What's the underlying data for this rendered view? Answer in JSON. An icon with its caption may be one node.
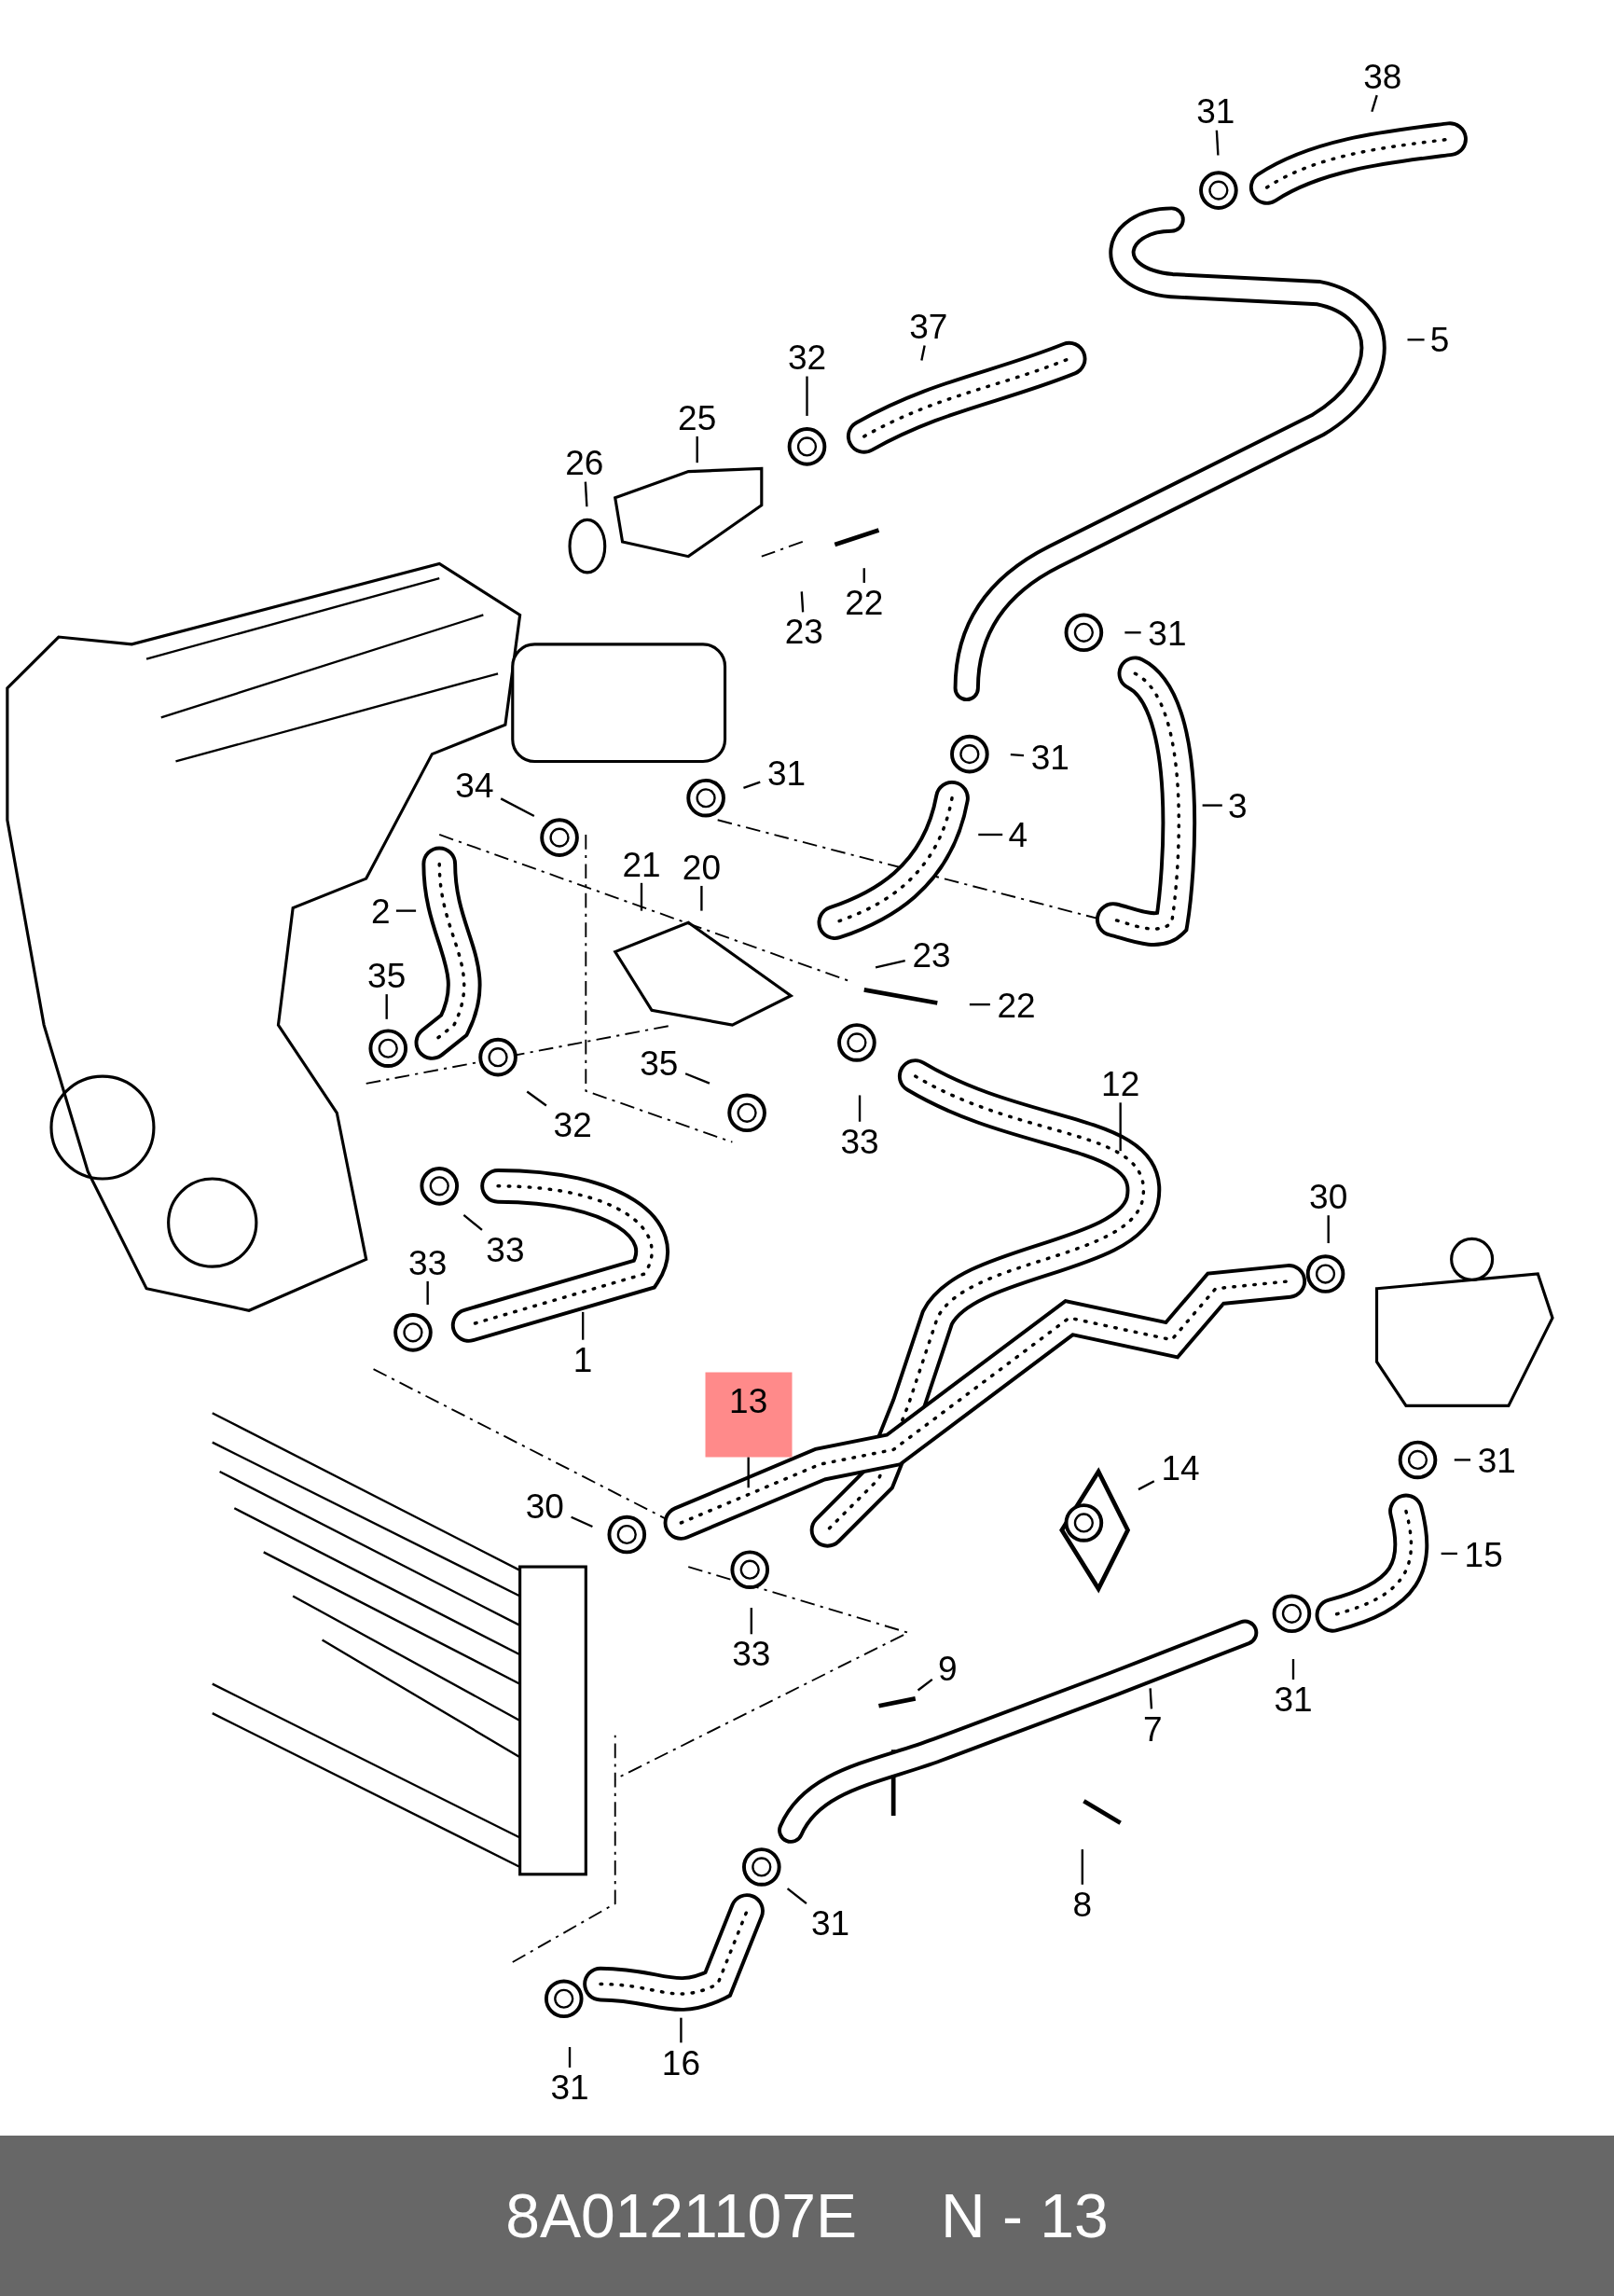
{
  "diagram": {
    "nodes": [
      {
        "text": [
          "38"
        ]
      },
      {
        "text": [
          "31"
        ]
      },
      {
        "text": [
          "5"
        ]
      },
      {
        "text": [
          "37"
        ]
      },
      {
        "text": [
          "32"
        ]
      },
      {
        "text": [
          "25"
        ]
      },
      {
        "text": [
          "26"
        ]
      },
      {
        "text": [
          "22"
        ]
      },
      {
        "text": [
          "23"
        ]
      },
      {
        "text": [
          "31"
        ]
      },
      {
        "text": [
          "31"
        ]
      },
      {
        "text": [
          "3"
        ]
      },
      {
        "text": [
          "34"
        ]
      },
      {
        "text": [
          "31"
        ]
      },
      {
        "text": [
          "4"
        ]
      },
      {
        "text": [
          "21"
        ]
      },
      {
        "text": [
          "20"
        ]
      },
      {
        "text": [
          "2"
        ]
      },
      {
        "text": [
          "23"
        ]
      },
      {
        "text": [
          "22"
        ]
      },
      {
        "text": [
          "35"
        ]
      },
      {
        "text": [
          "35"
        ]
      },
      {
        "text": [
          "32"
        ]
      },
      {
        "text": [
          "33"
        ]
      },
      {
        "text": [
          "12"
        ]
      },
      {
        "text": [
          "33"
        ]
      },
      {
        "text": [
          "30"
        ]
      },
      {
        "text": [
          "33"
        ]
      },
      {
        "text": [
          "1"
        ]
      },
      {
        "text": [
          "13"
        ]
      },
      {
        "text": [
          "14"
        ]
      },
      {
        "text": [
          "31"
        ]
      },
      {
        "text": [
          "30"
        ]
      },
      {
        "text": [
          "15"
        ]
      },
      {
        "text": [
          "33"
        ]
      },
      {
        "text": [
          "9"
        ]
      },
      {
        "text": [
          "31"
        ]
      },
      {
        "text": [
          "7"
        ]
      },
      {
        "text": [
          "8"
        ]
      },
      {
        "text": [
          "31"
        ]
      },
      {
        "text": [
          "16"
        ]
      },
      {
        "text": [
          "31"
        ]
      }
    ],
    "edges": [
      {
        "from": 0,
        "to": null,
        "arrow": "none"
      },
      {
        "from": 1,
        "to": null,
        "arrow": "none"
      },
      {
        "from": 2,
        "to": null,
        "arrow": "none"
      },
      {
        "from": 3,
        "to": null,
        "arrow": "none"
      },
      {
        "from": 4,
        "to": null,
        "arrow": "none"
      },
      {
        "from": 5,
        "to": null,
        "arrow": "none"
      },
      {
        "from": 6,
        "to": null,
        "arrow": "none"
      },
      {
        "from": 7,
        "to": null,
        "arrow": "none"
      },
      {
        "from": 8,
        "to": null,
        "arrow": "none"
      },
      {
        "from": 9,
        "to": null,
        "arrow": "none"
      },
      {
        "from": 10,
        "to": null,
        "arrow": "none"
      },
      {
        "from": 11,
        "to": null,
        "arrow": "none"
      },
      {
        "from": 12,
        "to": null,
        "arrow": "none"
      },
      {
        "from": 13,
        "to": null,
        "arrow": "none"
      },
      {
        "from": 14,
        "to": null,
        "arrow": "none"
      },
      {
        "from": 15,
        "to": null,
        "arrow": "none"
      },
      {
        "from": 16,
        "to": null,
        "arrow": "none"
      },
      {
        "from": 17,
        "to": null,
        "arrow": "none"
      },
      {
        "from": 18,
        "to": null,
        "arrow": "none"
      },
      {
        "from": 19,
        "to": null,
        "arrow": "none"
      },
      {
        "from": 20,
        "to": null,
        "arrow": "none"
      },
      {
        "from": 21,
        "to": null,
        "arrow": "none"
      },
      {
        "from": 22,
        "to": null,
        "arrow": "none"
      },
      {
        "from": 23,
        "to": null,
        "arrow": "none"
      },
      {
        "from": 24,
        "to": null,
        "arrow": "none"
      },
      {
        "from": 25,
        "to": null,
        "arrow": "none"
      },
      {
        "from": 26,
        "to": null,
        "arrow": "none"
      },
      {
        "from": 27,
        "to": null,
        "arrow": "none"
      },
      {
        "from": 28,
        "to": null,
        "arrow": "none"
      },
      {
        "from": 29,
        "to": null,
        "arrow": "none"
      },
      {
        "from": 30,
        "to": null,
        "arrow": "none"
      },
      {
        "from": 31,
        "to": null,
        "arrow": "none"
      },
      {
        "from": 32,
        "to": null,
        "arrow": "none"
      },
      {
        "from": 33,
        "to": null,
        "arrow": "none"
      },
      {
        "from": 34,
        "to": null,
        "arrow": "none"
      },
      {
        "from": 35,
        "to": null,
        "arrow": "none"
      },
      {
        "from": 36,
        "to": null,
        "arrow": "none"
      },
      {
        "from": 37,
        "to": null,
        "arrow": "none"
      },
      {
        "from": 38,
        "to": null,
        "arrow": "none"
      },
      {
        "from": 39,
        "to": null,
        "arrow": "none"
      },
      {
        "from": 40,
        "to": null,
        "arrow": "none"
      },
      {
        "from": 41,
        "to": null,
        "arrow": "none"
      }
    ],
    "labels": [
      "8A0121107E",
      "N - 13"
    ]
  }
}
